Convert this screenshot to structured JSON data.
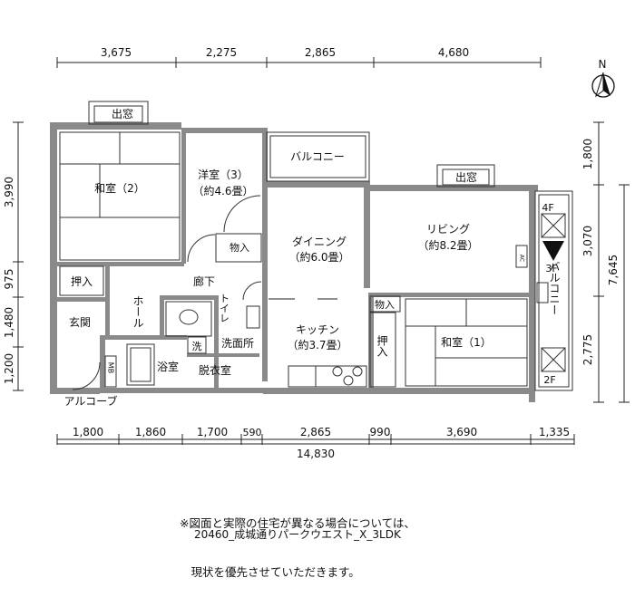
{
  "dimensions": {
    "top": [
      "3,675",
      "2,275",
      "2,865",
      "4,680"
    ],
    "bottom": [
      "1,800",
      "1,860",
      "1,700",
      "590",
      "2,865",
      "990",
      "3,690",
      "1,335"
    ],
    "total_width": "14,830",
    "left": [
      "3,990",
      "975",
      "1,480",
      "1,200"
    ],
    "right": [
      "1,800",
      "3,070",
      "2,775"
    ],
    "right_total": "7,645"
  },
  "compass": {
    "label": "N"
  },
  "rooms": {
    "demado_left": "出窓",
    "demado_right": "出窓",
    "washitsu2": {
      "name": "和室（2）"
    },
    "yoshitsu3": {
      "name": "洋室（3）",
      "size": "（約4.6畳）"
    },
    "balcony_top": "バルコニー",
    "dining": {
      "name": "ダイニング",
      "size": "（約6.0畳）"
    },
    "living": {
      "name": "リビング",
      "size": "（約8.2畳）"
    },
    "monoire_mid": "物入",
    "oshiire_left": "押入",
    "rouka": "廊下",
    "hall": "ホール",
    "toilet": "トイレ",
    "genkan": "玄関",
    "sen": "洗",
    "senmenjo": "洗面所",
    "kitchen": {
      "name": "キッチン",
      "size": "（約3.7畳）"
    },
    "monoire_right": "物入",
    "oshiire_right": "押入",
    "washitsu1": {
      "name": "和室（1）"
    },
    "yokushitsu": "浴室",
    "datsuishitsu": "脱衣室",
    "mb": "MB",
    "alcove": "アルコーブ",
    "balcony_right": "バルコニー",
    "floor_4f": "4F",
    "floor_3f": "3F",
    "floor_2f": "2F",
    "ac": "AC"
  },
  "note": {
    "line1": "※図面と実際の住宅が異なる場合については、",
    "line2": "　現状を優先させていただきます。"
  },
  "footer": "20460_成城通りパークウエスト_X_3LDK"
}
